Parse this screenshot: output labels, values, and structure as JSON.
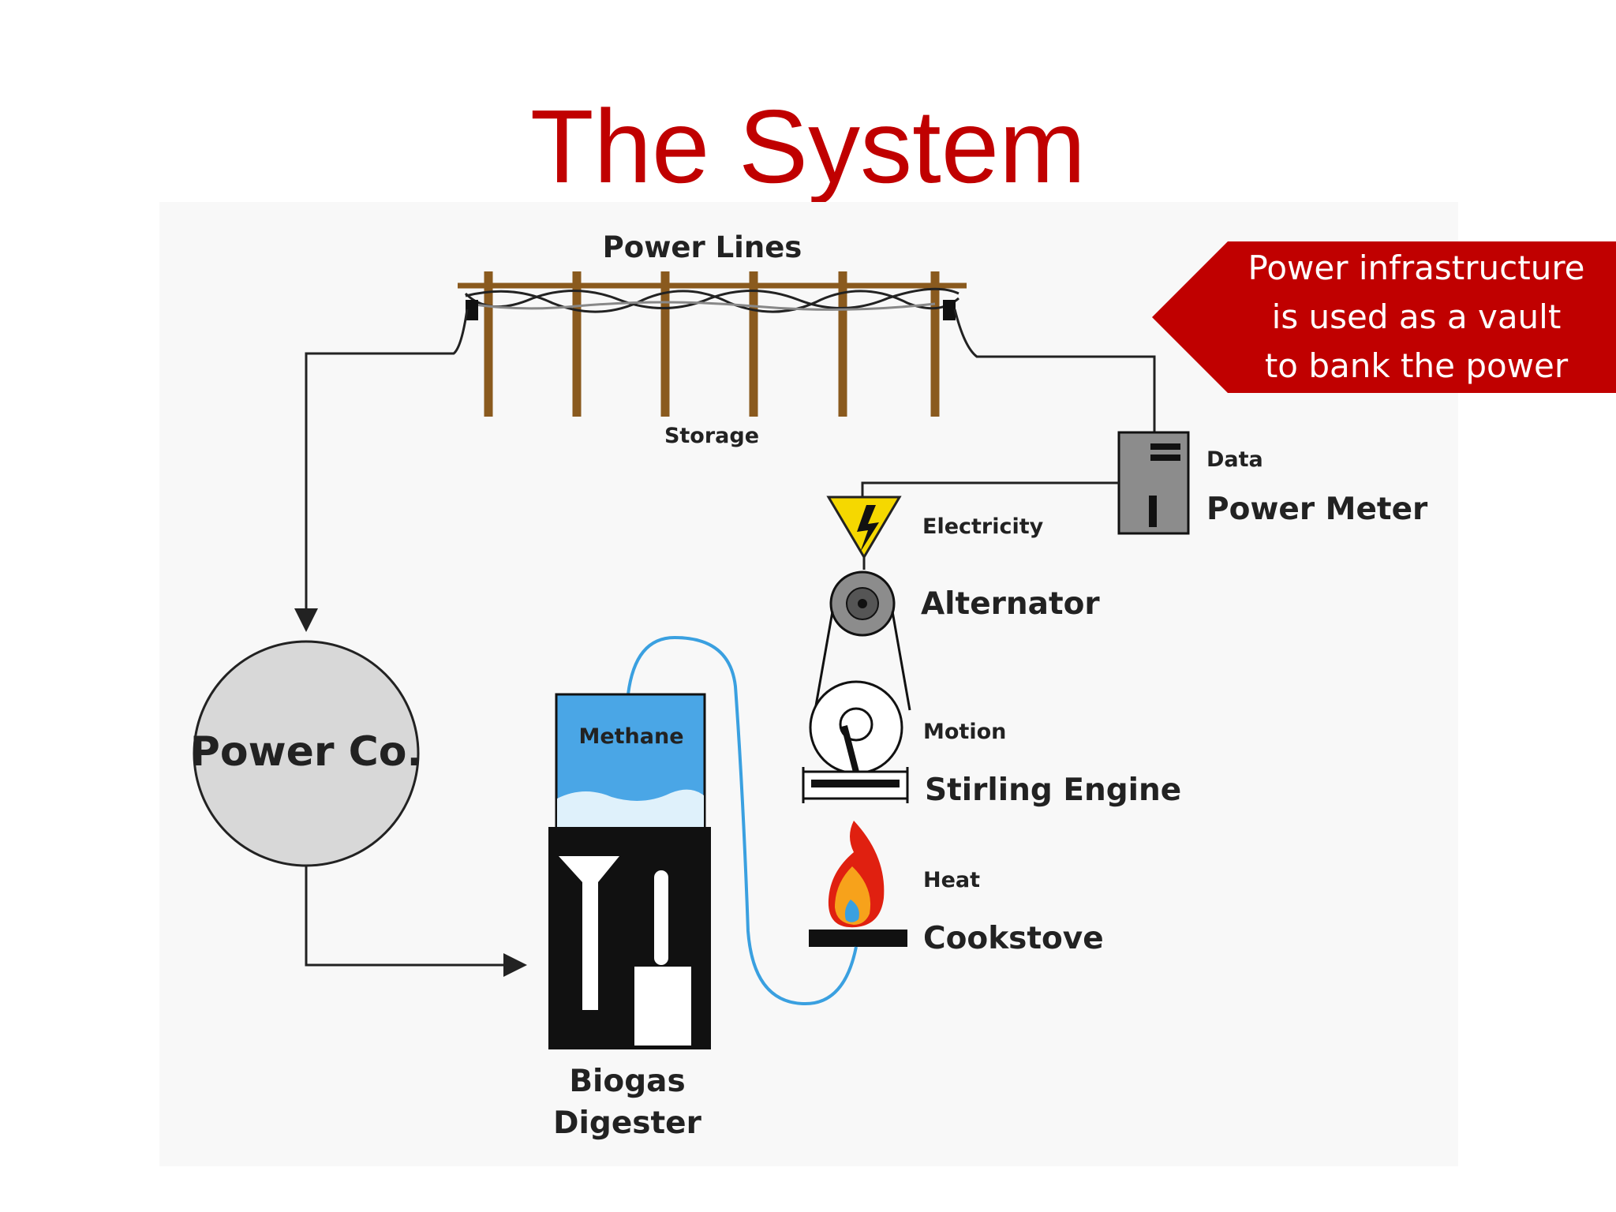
{
  "title": "The System",
  "callout": {
    "lines": [
      "Power infrastructure",
      "is used as a vault",
      "to bank the power"
    ],
    "color": "#c00000"
  },
  "labels": {
    "power_lines": "Power Lines",
    "storage": "Storage",
    "data": "Data",
    "power_meter": "Power Meter",
    "electricity": "Electricity",
    "alternator": "Alternator",
    "motion": "Motion",
    "stirling_engine": "Stirling Engine",
    "heat": "Heat",
    "cookstove": "Cookstove",
    "power_co": "Power Co.",
    "methane": "Methane",
    "biogas_line1": "Biogas",
    "biogas_line2": "Digester"
  },
  "colors": {
    "title": "#c00000",
    "pole": "#8a5a1e",
    "pipe": "#3aa0e0",
    "methane": "#4aa6e6",
    "meter": "#8c8c8c",
    "power_co": "#d8d8d8",
    "warning": "#f5d800",
    "flame_outer": "#e02010",
    "flame_inner": "#f7a21b"
  },
  "icons": [
    "power-pole-icon",
    "lightning-warning-icon",
    "flame-icon",
    "meter-icon"
  ]
}
